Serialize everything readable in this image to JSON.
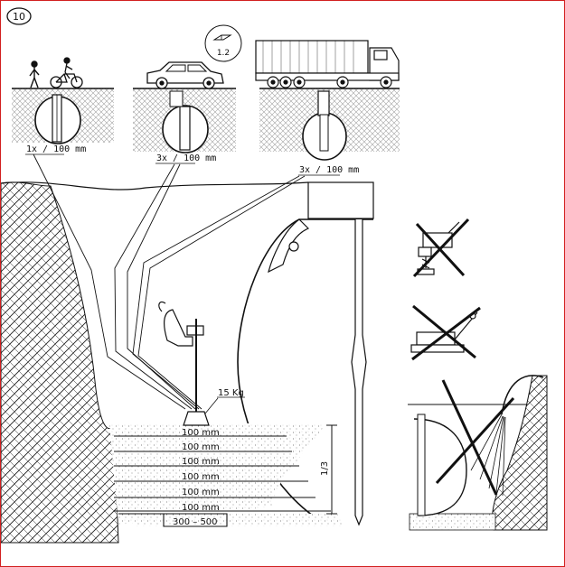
{
  "step": {
    "number": "10"
  },
  "manual_ref": {
    "code": "1.2"
  },
  "load_cases": [
    {
      "id": "pedestrian",
      "compaction": "1x / 100 mm"
    },
    {
      "id": "car",
      "compaction": "3x / 100 mm"
    },
    {
      "id": "truck",
      "compaction": "3x / 100 mm"
    }
  ],
  "tamper": {
    "weight": "15 Kg"
  },
  "layers": [
    "100 mm",
    "100 mm",
    "100 mm",
    "100 mm",
    "100 mm",
    "100 mm"
  ],
  "base": {
    "range": "300 – 500"
  },
  "depth_ratio": "1/3",
  "colors": {
    "frame": "#d21f1f",
    "ink": "#111111"
  }
}
